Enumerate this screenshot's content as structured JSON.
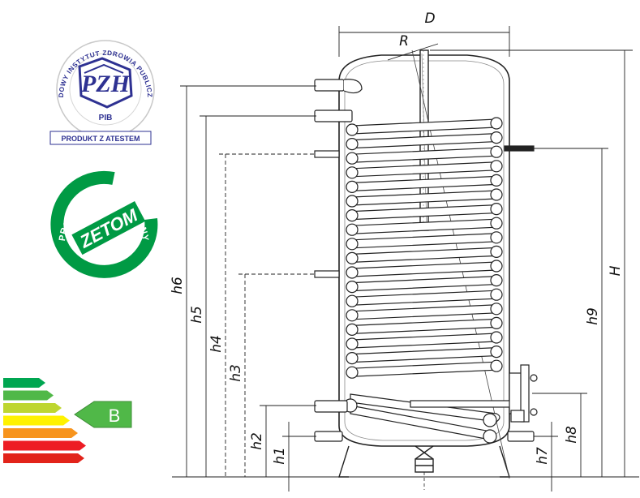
{
  "pzh_badge": {
    "ring_text": "NARODOWY INSTYTUT ZDROWIA PUBLICZNEGO",
    "monogram": "PZH",
    "sub": "PIB",
    "banner": "PRODUKT Z ATESTEM",
    "color": "#2e3192"
  },
  "zetom_badge": {
    "ring_text": "PRODUKT SPRAWDZONY",
    "logo": "ZETOM",
    "color": "#009a44"
  },
  "energy_label": {
    "class": "B",
    "bar_colors": [
      "#00a651",
      "#50b848",
      "#bed630",
      "#fff200",
      "#f7941d",
      "#ed1c24",
      "#e2231a"
    ],
    "arrow_color": "#50b848"
  },
  "dimensions": {
    "D": "D",
    "R": "R",
    "H": "H",
    "h1": "h1",
    "h2": "h2",
    "h3": "h3",
    "h4": "h4",
    "h5": "h5",
    "h6": "h6",
    "h7": "h7",
    "h8": "h8",
    "h9": "h9"
  }
}
